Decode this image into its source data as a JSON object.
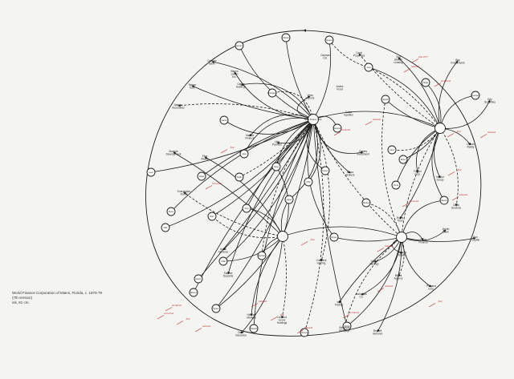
{
  "caption": {
    "line1": "World Finance Corporation of Miami, Florida, c. 1970-79",
    "line2": "(7th version)",
    "line3": "ink, 81 cm."
  },
  "colors": {
    "background": "#f4f4f1",
    "ink": "#1e1e1e",
    "annotation": "#c0282a"
  },
  "hubs": [
    {
      "id": "H1",
      "label": "World Finance Corp."
    },
    {
      "id": "H2",
      "label": ""
    },
    {
      "id": "H3",
      "label": ""
    },
    {
      "id": "H4",
      "label": ""
    }
  ],
  "nodes": [
    {
      "id": "N1",
      "label": "Shaver"
    },
    {
      "id": "N2",
      "label": "Alvarez"
    },
    {
      "id": "N3",
      "label": "Gomez"
    },
    {
      "id": "N4",
      "label": "Vera"
    },
    {
      "id": "N5",
      "label": "Rodriguez"
    },
    {
      "id": "N6",
      "label": "Garcia"
    },
    {
      "id": "N7",
      "label": "Alban"
    },
    {
      "id": "N8",
      "label": "Leon"
    },
    {
      "id": "N9",
      "label": "Perez"
    },
    {
      "id": "N10",
      "label": "Diaz"
    },
    {
      "id": "N11",
      "label": "Arias"
    },
    {
      "id": "N12",
      "label": "Trujillo"
    },
    {
      "id": "N13",
      "label": "Sosa"
    },
    {
      "id": "N14",
      "label": "Ortiz"
    },
    {
      "id": "N15",
      "label": "Cortez"
    },
    {
      "id": "N16",
      "label": "Lopez"
    },
    {
      "id": "N17",
      "label": "Soto"
    },
    {
      "id": "N18",
      "label": "Ruiz"
    },
    {
      "id": "N19",
      "label": "Mendez"
    },
    {
      "id": "N20",
      "label": "Vidal"
    },
    {
      "id": "N21",
      "label": "Reyes"
    },
    {
      "id": "N22",
      "label": "Castro"
    },
    {
      "id": "N23",
      "label": "Moreno"
    },
    {
      "id": "N24",
      "label": "Suarez"
    },
    {
      "id": "N25",
      "label": "Navarro"
    },
    {
      "id": "N26",
      "label": "Herrera"
    },
    {
      "id": "N27",
      "label": "Molina"
    },
    {
      "id": "N28",
      "label": "Bravo"
    },
    {
      "id": "N29",
      "label": "Pena"
    },
    {
      "id": "N30",
      "label": "Cano"
    },
    {
      "id": "N31",
      "label": "Ramos"
    },
    {
      "id": "N32",
      "label": "Aguilar"
    },
    {
      "id": "N33",
      "label": "Rojas"
    },
    {
      "id": "N34",
      "label": "Fuentes"
    },
    {
      "id": "N35",
      "label": "Medina"
    },
    {
      "id": "N36",
      "label": "Campos"
    }
  ],
  "text_labels": [
    {
      "id": "T1",
      "text": "Orlando Bank"
    },
    {
      "id": "T2",
      "text": "Banco Latino Inc."
    },
    {
      "id": "T3",
      "text": "Caribe Holdings"
    },
    {
      "id": "T4",
      "text": "Tampa Trust"
    },
    {
      "id": "T5",
      "text": "Nassau Associates"
    },
    {
      "id": "T6",
      "text": "Cayman Ltd."
    },
    {
      "id": "T7",
      "text": "Coral Properties"
    },
    {
      "id": "T8",
      "text": "Gulf Stream Leasing"
    },
    {
      "id": "T9",
      "text": "Bay Investments"
    },
    {
      "id": "T10",
      "text": "Key Securities"
    },
    {
      "id": "T11",
      "text": "Ocean Realty"
    },
    {
      "id": "T12",
      "text": "Harbor Group"
    },
    {
      "id": "T13",
      "text": "Delta Services"
    },
    {
      "id": "T14",
      "text": "Sun Capital"
    },
    {
      "id": "T15",
      "text": "Palm Finance"
    },
    {
      "id": "T16",
      "text": "Atlantic Shares"
    },
    {
      "id": "T17",
      "text": "Miami Agency"
    },
    {
      "id": "T18",
      "text": "Panama Corp."
    },
    {
      "id": "T19",
      "text": "Bahamas Co."
    },
    {
      "id": "T20",
      "text": "Isla Trading"
    },
    {
      "id": "T21",
      "text": "Brickell Ventures"
    },
    {
      "id": "T22",
      "text": "Biscayne Mortgage"
    },
    {
      "id": "T23",
      "text": "Coconut Grove Holdings"
    },
    {
      "id": "T24",
      "text": "Hialeah Markets"
    },
    {
      "id": "T25",
      "text": "Dade Insurance"
    },
    {
      "id": "T26",
      "text": "Seaside Development"
    },
    {
      "id": "T27",
      "text": "Everglades Funds"
    },
    {
      "id": "T28",
      "text": "Pine Realty"
    },
    {
      "id": "T29",
      "text": "Lido Partners"
    },
    {
      "id": "T30",
      "text": "Marina Finance"
    },
    {
      "id": "T31",
      "text": "Vista Imports"
    },
    {
      "id": "T32",
      "text": "Andes Fund"
    },
    {
      "id": "T33",
      "text": "Costa Equities"
    },
    {
      "id": "T34",
      "text": "Plaza Brokers"
    },
    {
      "id": "T35",
      "text": "Union Services"
    },
    {
      "id": "T36",
      "text": "Sunrise Deposits"
    },
    {
      "id": "T37",
      "text": "Crescent Holding"
    },
    {
      "id": "T38",
      "text": "Alpha Savings"
    },
    {
      "id": "T39",
      "text": "Zenith Bank"
    },
    {
      "id": "T40",
      "text": "Flagler Corp."
    },
    {
      "id": "T41",
      "text": "Royal Trust"
    },
    {
      "id": "T42",
      "text": "Gables Investment"
    }
  ],
  "red_notes": [
    {
      "id": "R1",
      "text": "fled 1977"
    },
    {
      "id": "R2",
      "text": "indicted"
    },
    {
      "id": "R3",
      "text": "murdered"
    },
    {
      "id": "R4",
      "text": "fled"
    },
    {
      "id": "R5",
      "text": "indicted"
    },
    {
      "id": "R6",
      "text": "indicted"
    },
    {
      "id": "R7",
      "text": "murdered"
    },
    {
      "id": "R8",
      "text": "fled"
    },
    {
      "id": "R9",
      "text": "indicted"
    },
    {
      "id": "R10",
      "text": "convicted"
    },
    {
      "id": "R11",
      "text": "fled"
    },
    {
      "id": "R12",
      "text": "indicted"
    },
    {
      "id": "R13",
      "text": "murdered"
    },
    {
      "id": "R14",
      "text": "convicted"
    },
    {
      "id": "R15",
      "text": "fled"
    },
    {
      "id": "R16",
      "text": "indicted"
    },
    {
      "id": "R17",
      "text": "indicted"
    },
    {
      "id": "R18",
      "text": "fled"
    },
    {
      "id": "R19",
      "text": "indicted"
    },
    {
      "id": "R20",
      "text": "murdered"
    },
    {
      "id": "R21",
      "text": "convicted"
    },
    {
      "id": "R22",
      "text": "fled"
    },
    {
      "id": "R23",
      "text": "indicted"
    },
    {
      "id": "R24",
      "text": "fled"
    }
  ]
}
